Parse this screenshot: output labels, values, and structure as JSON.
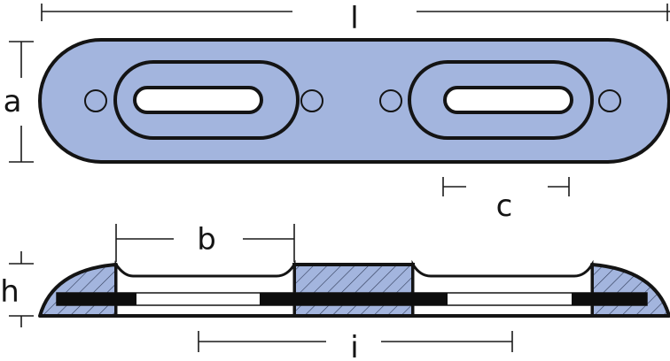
{
  "colors": {
    "fill": "#a3b5de",
    "outline": "#141414",
    "white": "#ffffff",
    "insert": "#0d0d0d"
  },
  "labels": {
    "l": "l",
    "a": "a",
    "c": "c",
    "b": "b",
    "h": "h",
    "i": "i"
  }
}
